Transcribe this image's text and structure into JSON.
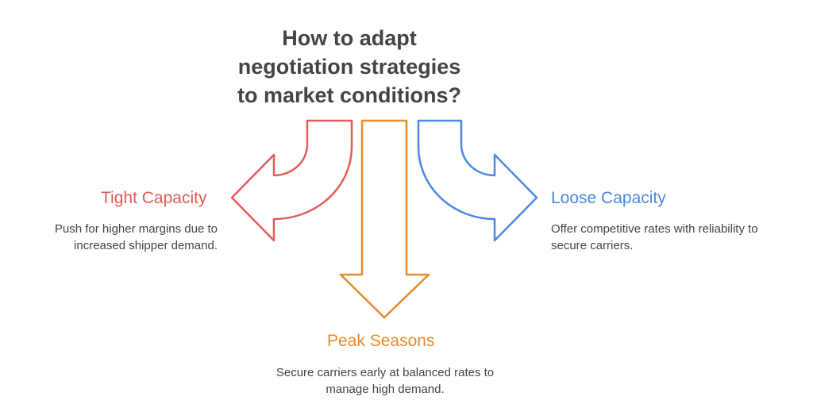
{
  "title": "How to adapt negotiation strategies to market conditions?",
  "branches": [
    {
      "heading": "Tight Capacity",
      "text": "Push for higher margins due to increased shipper demand.",
      "color": "#e55a5a"
    },
    {
      "heading": "Peak Seasons",
      "text": "Secure carriers early at balanced rates to manage high demand.",
      "color": "#e8892e"
    },
    {
      "heading": "Loose Capacity",
      "text": "Offer competitive rates with reliability to secure carriers.",
      "color": "#4b87e6"
    }
  ]
}
